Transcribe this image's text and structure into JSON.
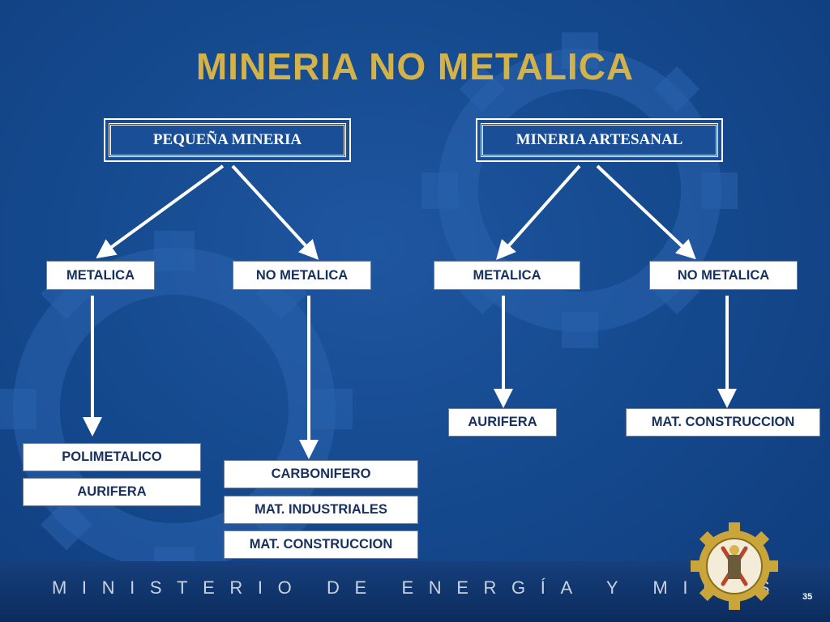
{
  "title": "MINERIA NO METALICA",
  "top_boxes": {
    "left": "PEQUEÑA MINERIA",
    "right": "MINERIA ARTESANAL"
  },
  "level2": {
    "pm_metalica": "METALICA",
    "pm_no_metalica": "NO METALICA",
    "ma_metalica": "METALICA",
    "ma_no_metalica": "NO METALICA"
  },
  "level3": {
    "pm_metalica_items": [
      "POLIMETALICO",
      "AURIFERA"
    ],
    "pm_no_metalica_items": [
      "CARBONIFERO",
      "MAT. INDUSTRIALES",
      "MAT. CONSTRUCCION"
    ],
    "ma_metalica_items": [
      "AURIFERA"
    ],
    "ma_no_metalica_items": [
      "MAT. CONSTRUCCION"
    ]
  },
  "footer": {
    "ministry": "MINISTERIO DE ENERGÍA Y MINAS",
    "page_number": "35"
  },
  "colors": {
    "background": "#154a8f",
    "title": "#d4b24a",
    "box_text": "#17315c"
  },
  "icons": [
    "ministry-seal-logo",
    "background-gear"
  ]
}
